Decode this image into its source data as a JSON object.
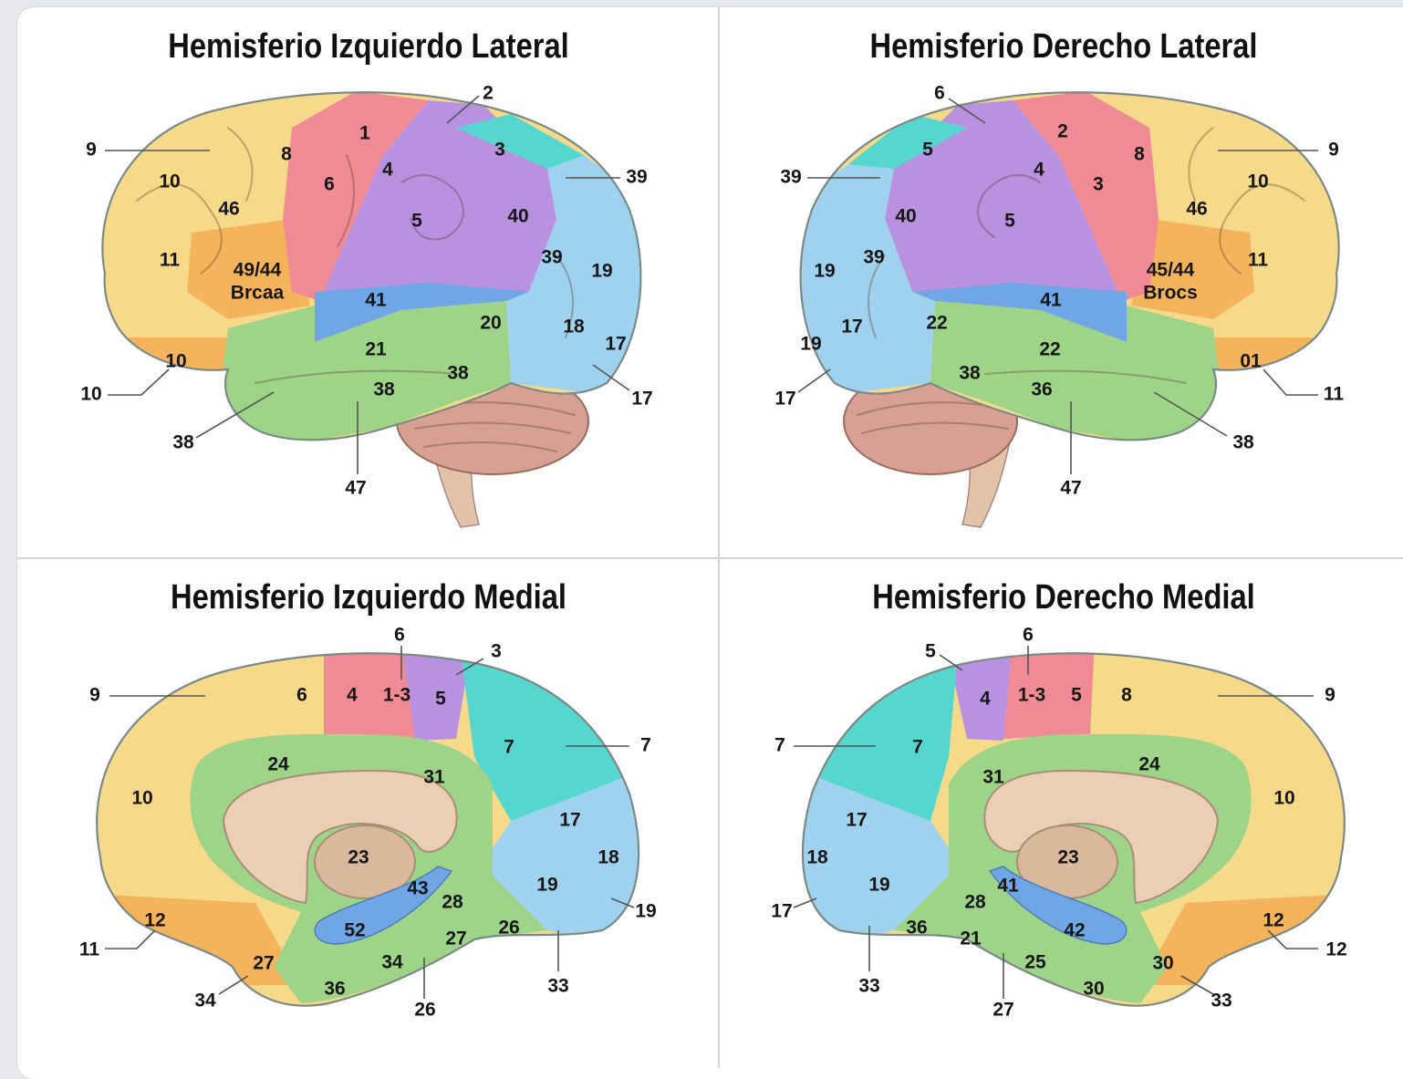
{
  "panels": {
    "left_lateral": {
      "title": "Hemisferio Izquierdo Lateral"
    },
    "right_lateral": {
      "title": "Hemisferio Derecho Lateral"
    },
    "left_medial": {
      "title": "Hemisferio Izquierdo Medial"
    },
    "right_medial": {
      "title": "Hemisferio Derecho Medial"
    }
  },
  "colors": {
    "prefrontal": "#f7d98a",
    "orbital": "#f5b45c",
    "motor": "#f08b96",
    "sensory": "#b891e0",
    "parietal_sup": "#55d6cf",
    "occipital": "#9fd2ee",
    "temporal": "#9ed488",
    "auditory": "#6fa6e6",
    "cerebellum": "#d7a092",
    "brainstem": "#e3c3a7",
    "corpus_callosum": "#eacfb4"
  },
  "labels": {
    "left_lateral": [
      "9",
      "10",
      "8",
      "1",
      "6",
      "2",
      "4",
      "3",
      "39",
      "46",
      "5",
      "40",
      "11",
      "49/44",
      "Brcaa",
      "39",
      "19",
      "41",
      "20",
      "18",
      "17",
      "10",
      "21",
      "38",
      "10",
      "38",
      "17",
      "38",
      "47"
    ],
    "right_lateral": [
      "6",
      "2",
      "5",
      "4",
      "8",
      "3",
      "9",
      "39",
      "40",
      "5",
      "46",
      "10",
      "19",
      "39",
      "45/44",
      "Brocs",
      "11",
      "41",
      "17",
      "22",
      "19",
      "22",
      "38",
      "36",
      "01",
      "11",
      "17",
      "38",
      "47"
    ],
    "left_medial": [
      "6",
      "3",
      "9",
      "6",
      "4",
      "1-3",
      "5",
      "7",
      "7",
      "24",
      "31",
      "10",
      "17",
      "23",
      "18",
      "43",
      "19",
      "28",
      "19",
      "12",
      "26",
      "11",
      "52",
      "27",
      "34",
      "27",
      "33",
      "34",
      "36",
      "26"
    ],
    "right_medial": [
      "6",
      "5",
      "4",
      "1-3",
      "5",
      "8",
      "9",
      "7",
      "7",
      "31",
      "24",
      "10",
      "17",
      "18",
      "23",
      "41",
      "19",
      "28",
      "17",
      "36",
      "42",
      "12",
      "21",
      "25",
      "30",
      "12",
      "33",
      "30",
      "33",
      "27"
    ]
  }
}
